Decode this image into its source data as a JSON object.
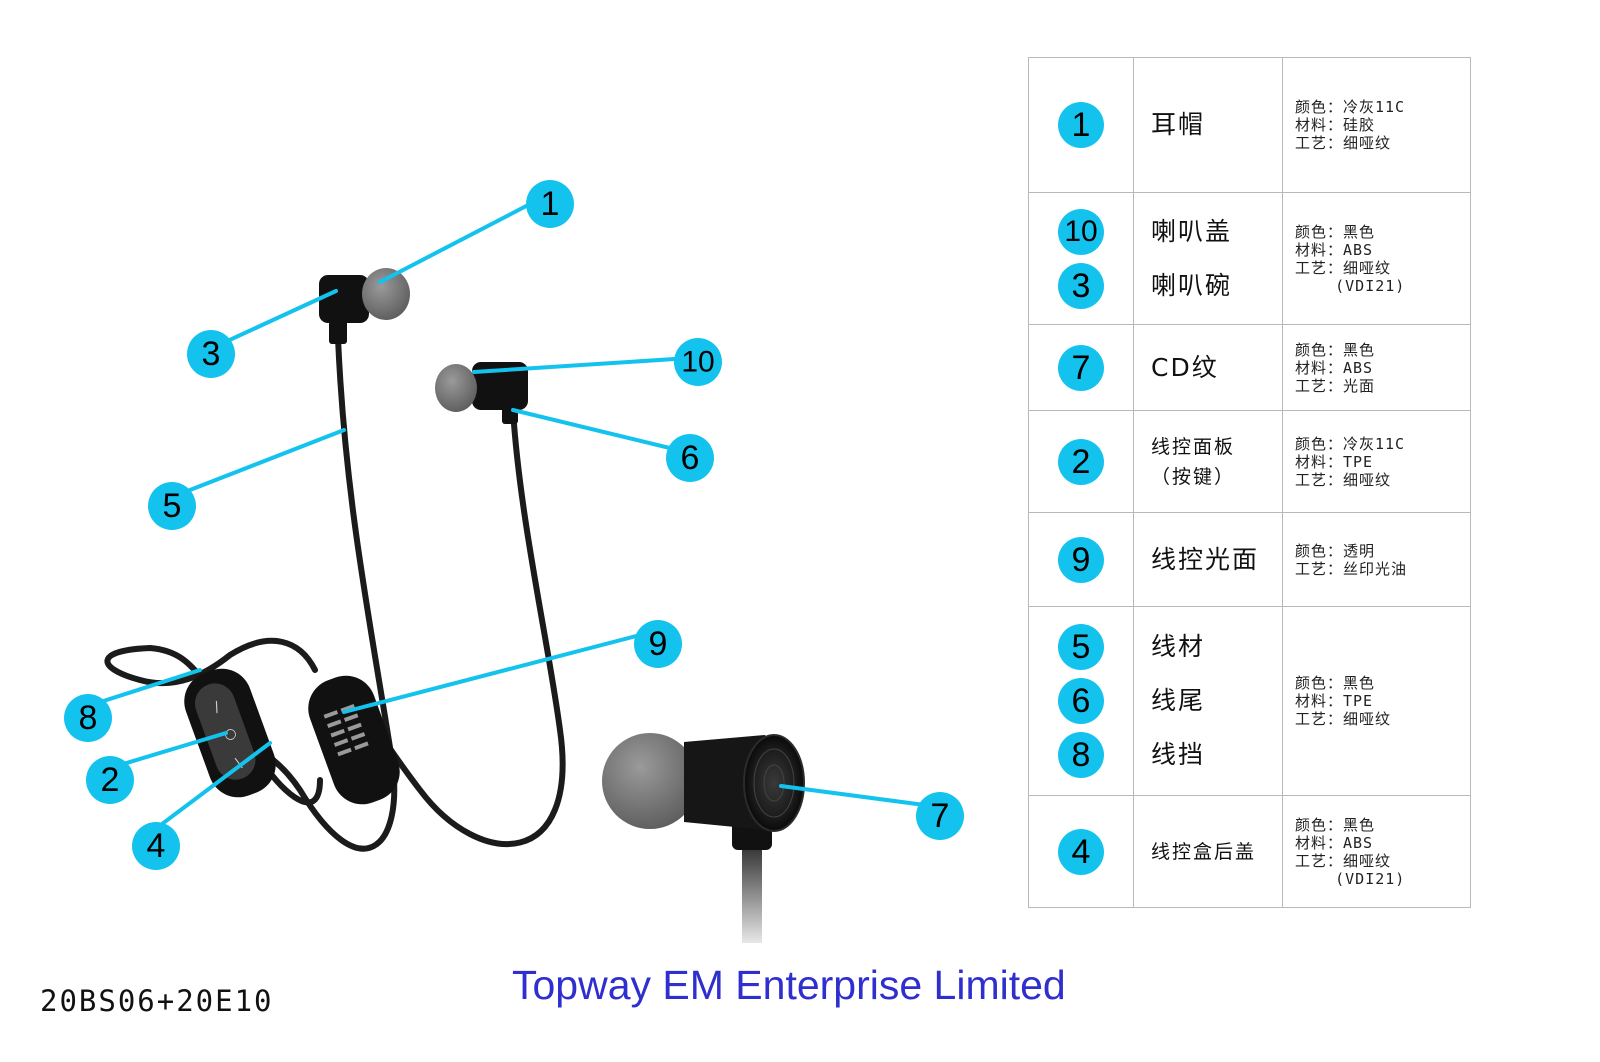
{
  "accent_color": "#13c3ee",
  "callouts": [
    "1",
    "3",
    "10",
    "6",
    "5",
    "9",
    "8",
    "2",
    "4",
    "7"
  ],
  "table": {
    "rows": [
      {
        "numbers": [
          "1"
        ],
        "parts": [
          "耳帽"
        ],
        "specs": [
          "颜色：冷灰11C",
          "材料：硅胶",
          "工艺：细哑纹"
        ]
      },
      {
        "numbers": [
          "10",
          "3"
        ],
        "parts": [
          "喇叭盖",
          "喇叭碗"
        ],
        "specs": [
          "颜色：黑色",
          "材料：ABS",
          "工艺：细哑纹",
          "    (VDI21)"
        ]
      },
      {
        "numbers": [
          "7"
        ],
        "parts": [
          "CD纹"
        ],
        "specs": [
          "颜色：黑色",
          "材料：ABS",
          "工艺：光面"
        ]
      },
      {
        "numbers": [
          "2"
        ],
        "parts": [
          "线控面板\n（按键）"
        ],
        "specs": [
          "颜色：冷灰11C",
          "材料：TPE",
          "工艺：细哑纹"
        ]
      },
      {
        "numbers": [
          "9"
        ],
        "parts": [
          "线控光面"
        ],
        "specs": [
          "颜色：透明",
          "工艺：丝印光油"
        ]
      },
      {
        "numbers": [
          "5",
          "6",
          "8"
        ],
        "parts": [
          "线材",
          "线尾",
          "线挡"
        ],
        "specs": [
          "颜色：黑色",
          "材料：TPE",
          "工艺：细哑纹"
        ]
      },
      {
        "numbers": [
          "4"
        ],
        "parts": [
          "线控盒后盖"
        ],
        "specs": [
          "颜色：黑色",
          "材料：ABS",
          "工艺：细哑纹",
          "    (VDI21)"
        ]
      }
    ]
  },
  "footer": {
    "model_code": "20BS06+20E10",
    "company": "Topway EM Enterprise Limited"
  }
}
